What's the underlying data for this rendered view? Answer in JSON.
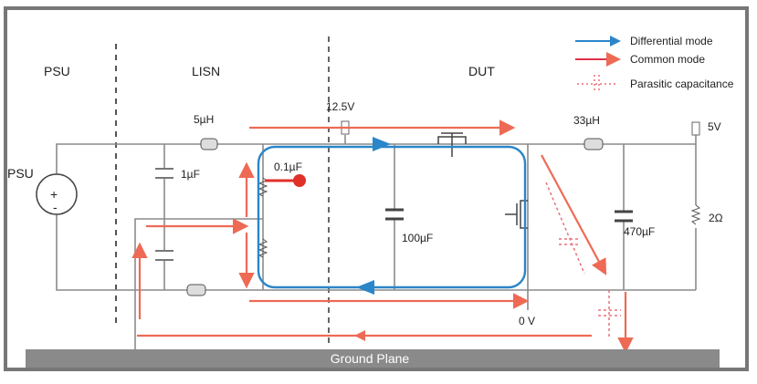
{
  "sections": {
    "psu": "PSU",
    "lisn": "LISN",
    "dut": "DUT"
  },
  "legend": {
    "differential": "Differential mode",
    "common": "Common mode",
    "parasitic": "Parasitic capacitance"
  },
  "components": {
    "psu_source": "PSU",
    "lisn_inductor": "5µH",
    "lisn_cap": "1µF",
    "lisn_cap_small": "0.1µF",
    "input_voltage": "12.5V",
    "input_cap": "100µF",
    "output_inductor": "33µH",
    "output_voltage": "5V",
    "output_cap": "470µF",
    "load": "2Ω",
    "ground_ref": "0 V"
  },
  "ground_plane": "Ground Plane",
  "colors": {
    "differential": "#2a86c8",
    "common": "#ee6a55",
    "parasitic": "#e8707a",
    "ground": "#8a8a8a"
  }
}
